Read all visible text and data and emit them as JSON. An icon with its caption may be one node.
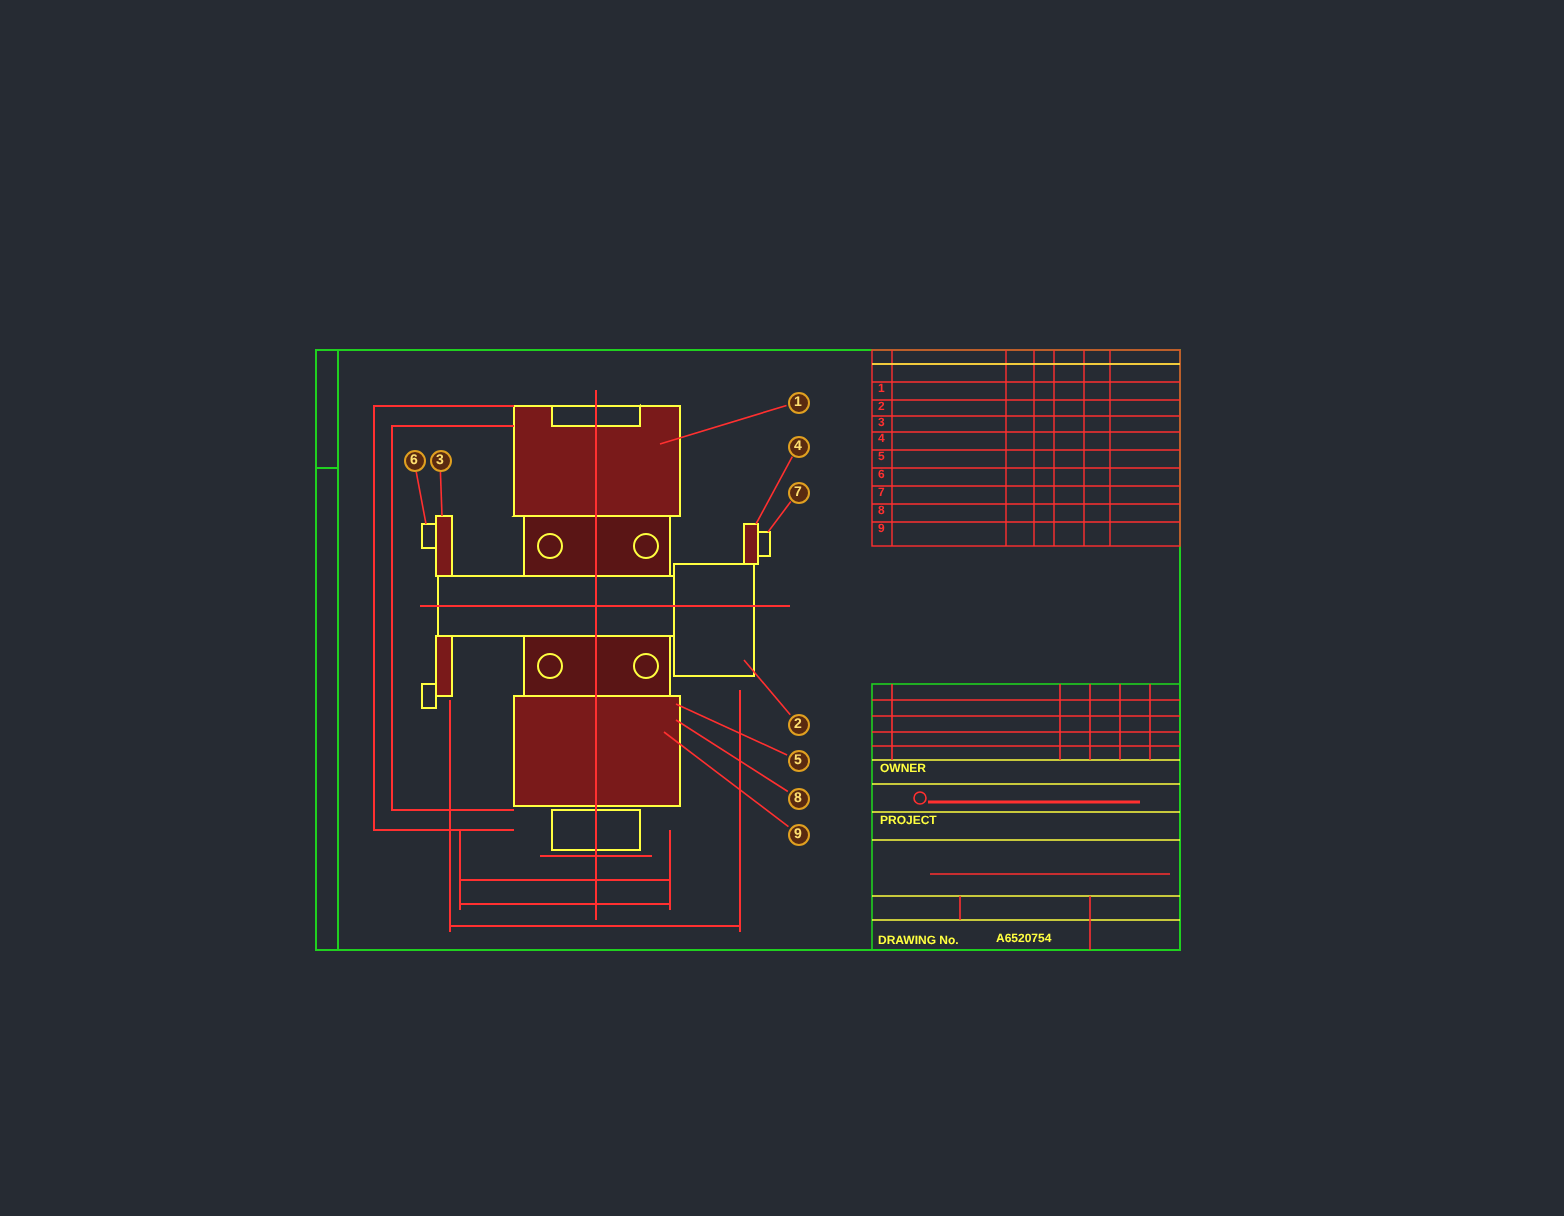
{
  "diagram": {
    "nodes": [
      {
        "text": [
          "1"
        ]
      },
      {
        "text": [
          "4"
        ]
      },
      {
        "text": [
          "6"
        ]
      },
      {
        "text": [
          "3"
        ]
      },
      {
        "text": [
          "7"
        ]
      },
      {
        "text": [
          "2"
        ]
      },
      {
        "text": [
          "5"
        ]
      },
      {
        "text": [
          "8"
        ]
      },
      {
        "text": [
          "9"
        ]
      }
    ],
    "edges": [
      {
        "from": 0,
        "to": null,
        "arrow": "none"
      },
      {
        "from": 1,
        "to": null,
        "arrow": "none"
      },
      {
        "from": 2,
        "to": null,
        "arrow": "none"
      },
      {
        "from": 3,
        "to": null,
        "arrow": "none"
      },
      {
        "from": 4,
        "to": null,
        "arrow": "none"
      },
      {
        "from": 5,
        "to": null,
        "arrow": "none"
      },
      {
        "from": 6,
        "to": null,
        "arrow": "none"
      },
      {
        "from": 7,
        "to": null,
        "arrow": "none"
      },
      {
        "from": 8,
        "to": null,
        "arrow": "none"
      }
    ],
    "labels": [
      "1",
      "2",
      "3",
      "4",
      "5",
      "6",
      "7",
      "8",
      "9",
      "OWNER",
      "PROJECT",
      "DRAWING No.",
      "A6520754"
    ]
  }
}
